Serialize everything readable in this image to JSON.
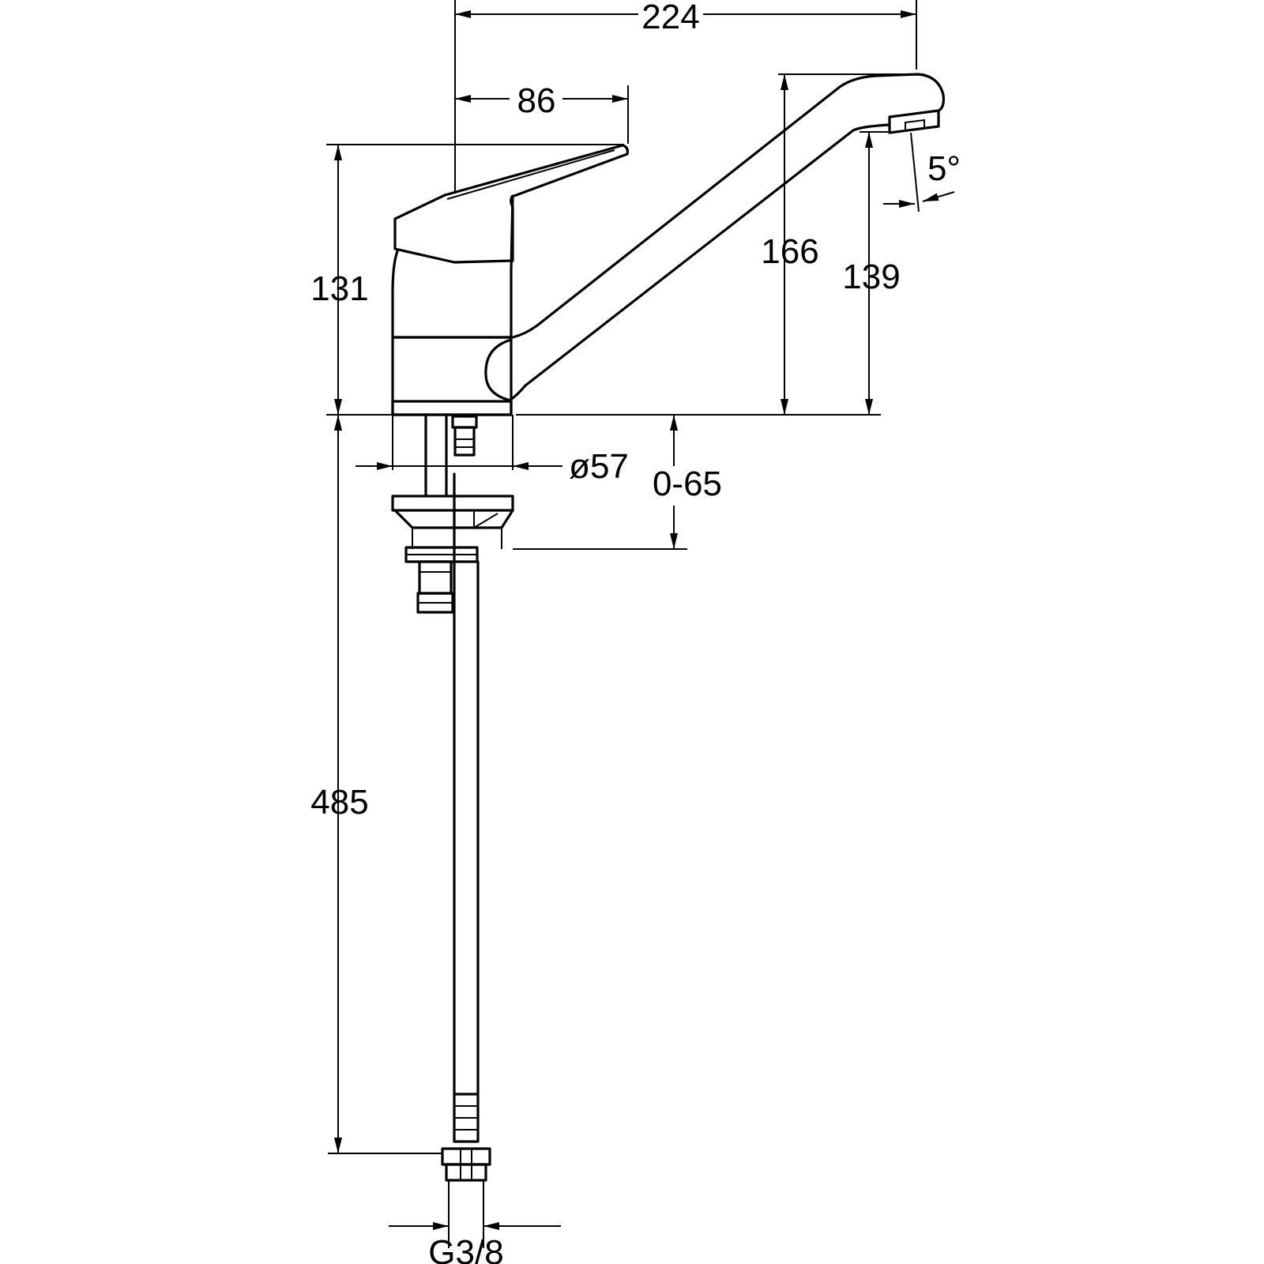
{
  "dimensions": {
    "overall_reach": "224",
    "lever_reach": "86",
    "body_height": "131",
    "spout_height": "166",
    "outlet_clearance": "139",
    "spout_angle": "5°",
    "base_diameter": "ø57",
    "deck_thickness_range": "0-65",
    "hose_length": "485",
    "connection_thread": "G3/8"
  }
}
